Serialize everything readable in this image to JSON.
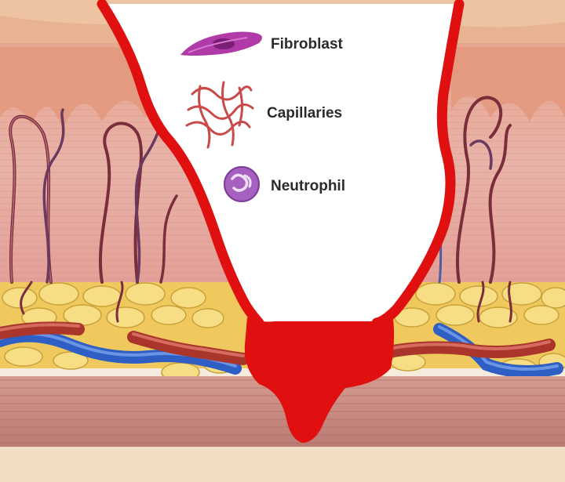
{
  "diagram": {
    "legend": [
      {
        "label": "Fibroblast",
        "icon": "fibroblast-icon",
        "color": "#b03aa8"
      },
      {
        "label": "Capillaries",
        "icon": "capillaries-icon",
        "color": "#c84a4a"
      },
      {
        "label": "Neutrophil",
        "icon": "neutrophil-icon",
        "color": "#8e44ad"
      }
    ],
    "colors": {
      "wound": "#e01010",
      "epidermis": "#e9a07a",
      "dermis": "#e7b0a4",
      "fat": "#f2d36b",
      "artery": "#b83a30",
      "vein": "#3a67c9",
      "muscle": "#c98a82",
      "base": "#f1dcc4"
    }
  }
}
